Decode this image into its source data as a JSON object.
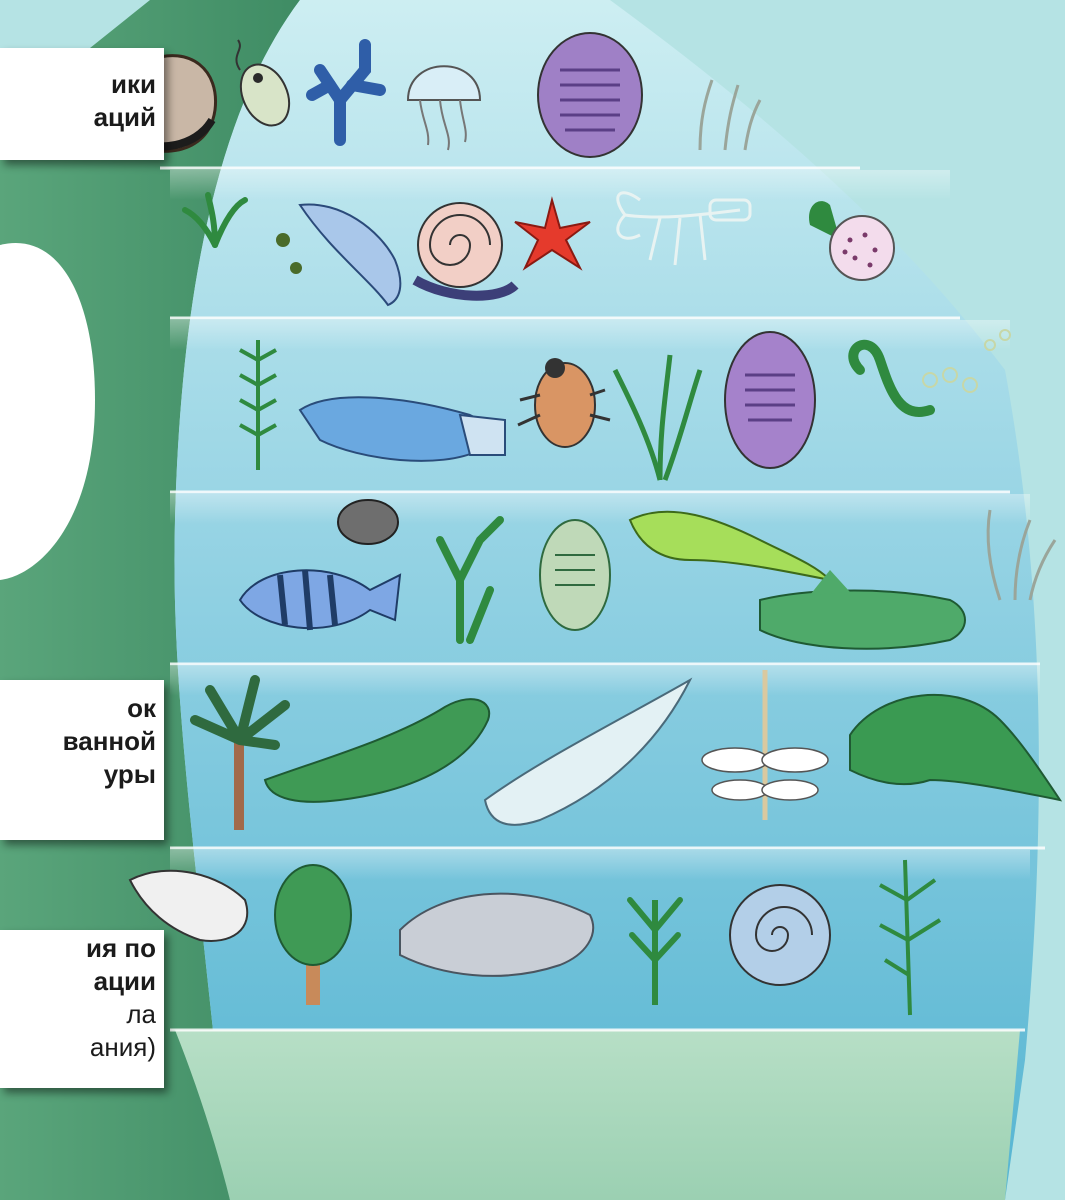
{
  "colors": {
    "page_background": "#b5e3e4",
    "water_top": "#c8ecf1",
    "water_bottom": "#57b6d3",
    "land_green": "#4e9a72",
    "floor_green": "#a7d5b8",
    "card_background": "#ffffff",
    "text": "#1b1b1b"
  },
  "labels": [
    {
      "lines": [
        {
          "text": "ики",
          "bold": true
        },
        {
          "text": "аций",
          "bold": true
        }
      ]
    },
    {
      "lines": [
        {
          "text": "ок",
          "bold": true
        },
        {
          "text": "ванной",
          "bold": true
        },
        {
          "text": "уры",
          "bold": true
        }
      ]
    },
    {
      "lines": [
        {
          "text": "ия по",
          "bold": true
        },
        {
          "text": "ации",
          "bold": true
        },
        {
          "text": "ла",
          "bold": false
        },
        {
          "text": "ания)",
          "bold": false
        }
      ]
    }
  ],
  "illustration": {
    "rows": [
      {
        "organisms": [
          "shell-icon",
          "euglena-icon",
          "coral-icon",
          "jellyfish-icon",
          "trilobite-icon",
          "seaweed-icon"
        ]
      },
      {
        "organisms": [
          "seagrass-icon",
          "radiolarian-icon",
          "squid-icon",
          "snail-icon",
          "starfish-icon",
          "crayfish-icon",
          "sponge-icon"
        ]
      },
      {
        "organisms": [
          "fern-icon",
          "armored-fish-icon",
          "beetle-icon",
          "seagrass-icon",
          "trilobite-icon",
          "worm-icon",
          "algae-icon"
        ]
      },
      {
        "organisms": [
          "perch-icon",
          "clam-icon",
          "seaweed-icon",
          "trilobite-icon",
          "lizard-icon",
          "shark-icon",
          "grass-icon"
        ]
      },
      {
        "organisms": [
          "palm-icon",
          "amphibian-icon",
          "shark-icon",
          "dragonfly-icon",
          "reptile-icon"
        ]
      },
      {
        "organisms": [
          "ammonite-icon",
          "tree-icon",
          "coelacanth-icon",
          "plant-icon",
          "nautilus-icon",
          "branch-icon"
        ]
      }
    ]
  }
}
